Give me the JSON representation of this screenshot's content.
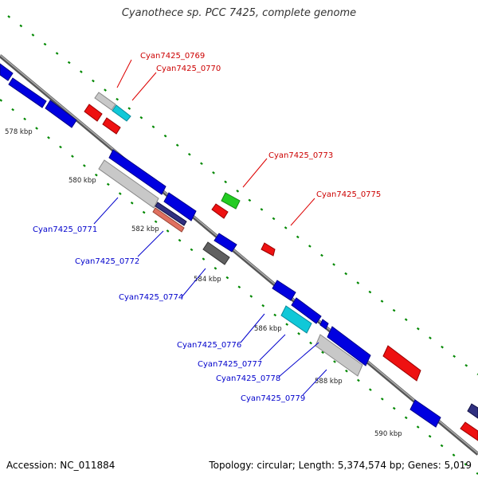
{
  "title": "Cyanothece sp. PCC 7425, complete genome",
  "accession": "Accession: NC_011884",
  "topology": "Topology: circular; Length: 5,374,574 bp; Genes: 5,019",
  "colors": {
    "backbone": "#808080",
    "forward_label": "#cc0000",
    "reverse_label": "#0000cc",
    "gene_blue": "#0000e0",
    "gene_red": "#e00000",
    "gene_gray": "#c0c0c0",
    "gene_dark": "#606060",
    "gene_cyan": "#00c8d8",
    "gene_green": "#20c020",
    "gene_salmon": "#e07060",
    "gene_navy": "#303080",
    "tick_dots": "#006600"
  },
  "kbp_markers": [
    "578 kbp",
    "580 kbp",
    "582 kbp",
    "584 kbp",
    "586 kbp",
    "588 kbp",
    "590 kbp"
  ],
  "gene_labels_forward": [
    "Cyan7425_0769",
    "Cyan7425_0770",
    "Cyan7425_0773",
    "Cyan7425_0775"
  ],
  "gene_labels_reverse": [
    "Cyan7425_0771",
    "Cyan7425_0772",
    "Cyan7425_0774",
    "Cyan7425_0776",
    "Cyan7425_0777",
    "Cyan7425_0778",
    "Cyan7425_0779"
  ]
}
